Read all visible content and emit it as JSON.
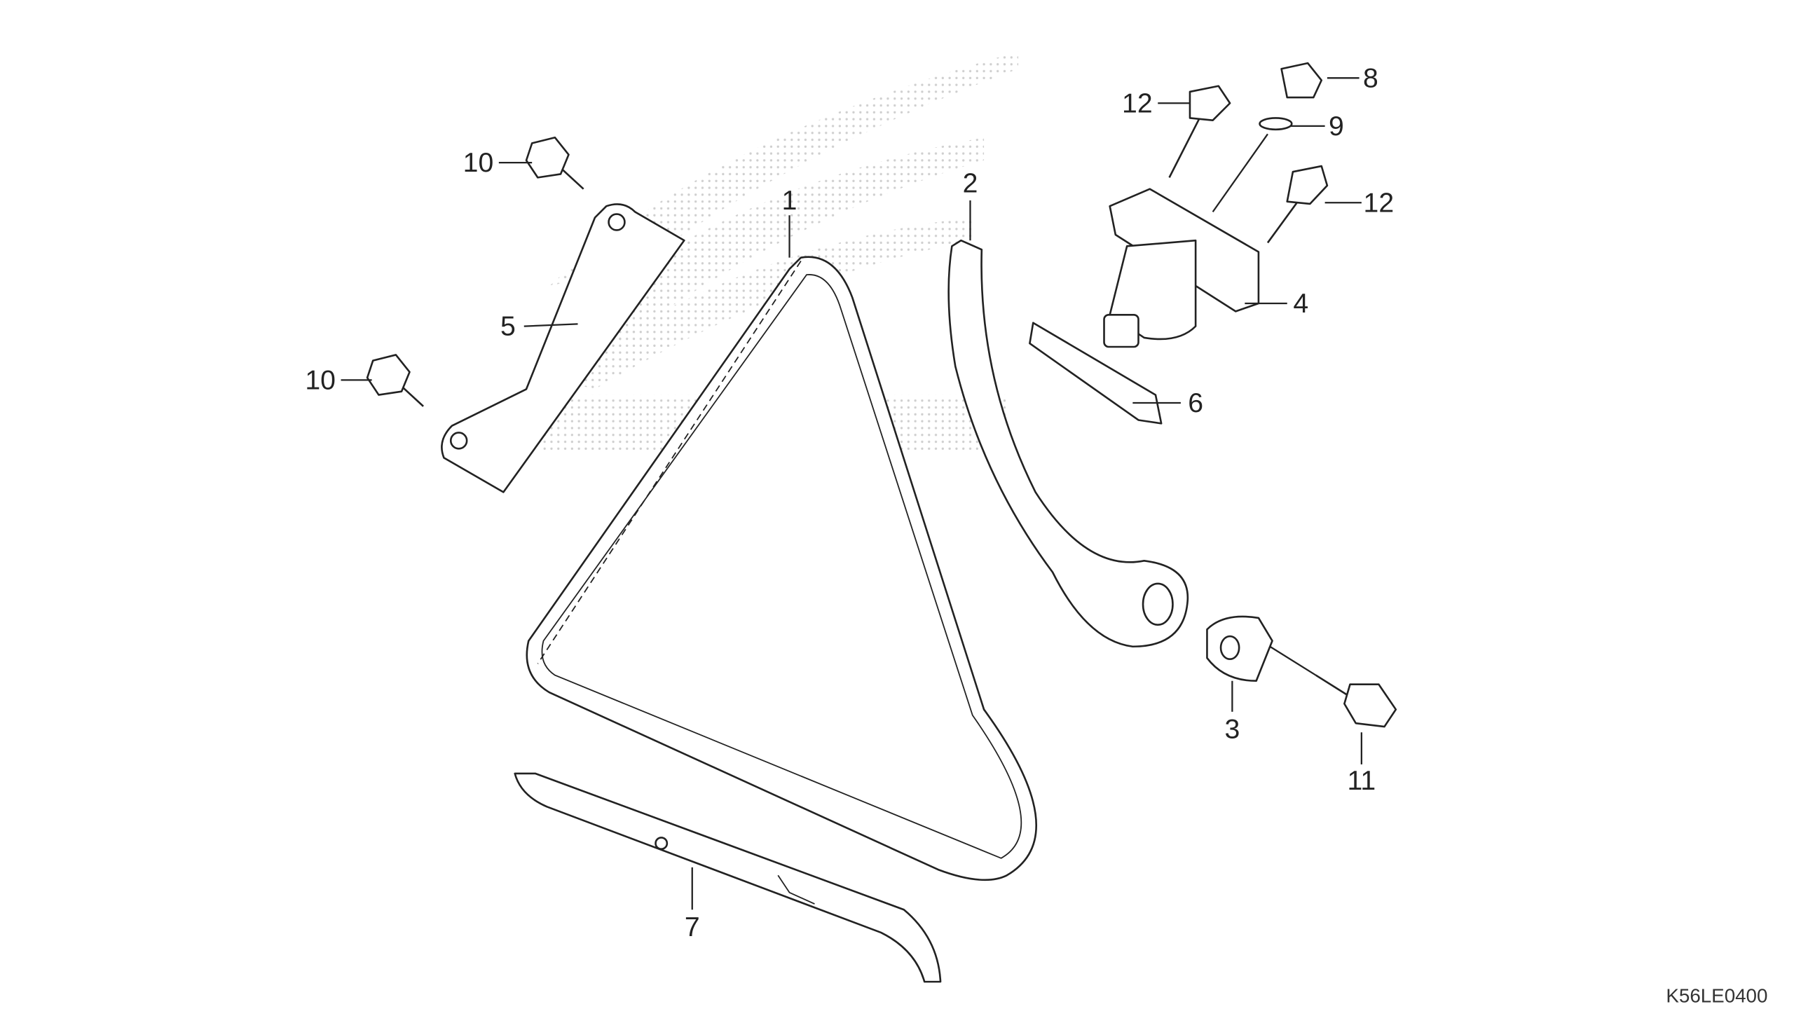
{
  "diagram": {
    "code": "K56LE0400",
    "callouts": [
      {
        "id": "1",
        "label": "1",
        "part": "cam-chain"
      },
      {
        "id": "2",
        "label": "2",
        "part": "tensioner-arm"
      },
      {
        "id": "3",
        "label": "3",
        "part": "collar"
      },
      {
        "id": "4",
        "label": "4",
        "part": "tensioner-lifter"
      },
      {
        "id": "5",
        "label": "5",
        "part": "chain-guide-plate"
      },
      {
        "id": "6",
        "label": "6",
        "part": "gasket"
      },
      {
        "id": "7",
        "label": "7",
        "part": "chain-guide"
      },
      {
        "id": "8",
        "label": "8",
        "part": "sealing-bolt"
      },
      {
        "id": "9",
        "label": "9",
        "part": "o-ring"
      },
      {
        "id": "10a",
        "label": "10",
        "part": "bolt-upper"
      },
      {
        "id": "10b",
        "label": "10",
        "part": "bolt-lower"
      },
      {
        "id": "11",
        "label": "11",
        "part": "pivot-bolt"
      },
      {
        "id": "12a",
        "label": "12",
        "part": "lifter-bolt-left"
      },
      {
        "id": "12b",
        "label": "12",
        "part": "lifter-bolt-right"
      }
    ]
  }
}
